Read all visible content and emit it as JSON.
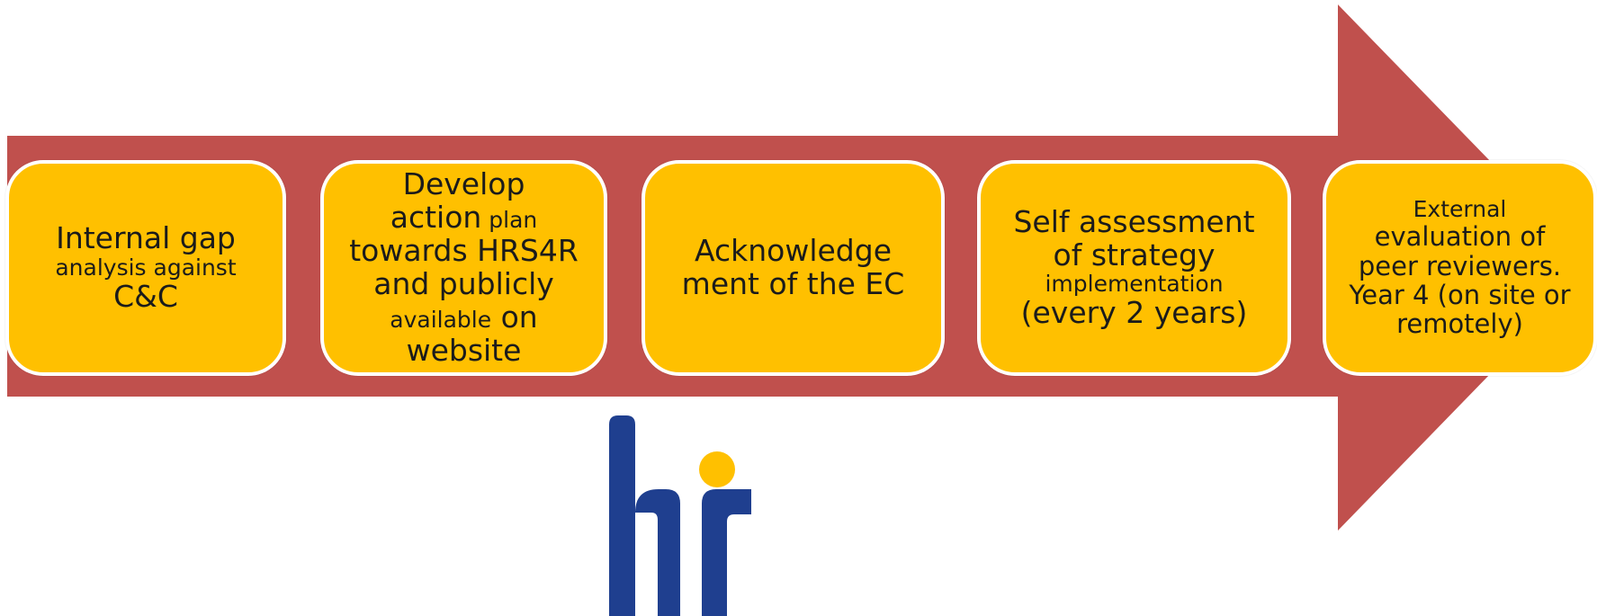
{
  "colors": {
    "arrow": "#c0504d",
    "box": "#ffc000",
    "box_border": "#ffffff",
    "logo_blue": "#1f3f8f",
    "logo_dot": "#ffc000"
  },
  "steps": [
    {
      "lines": [
        {
          "text": "Internal gap",
          "size": "big"
        },
        {
          "text": "analysis  against",
          "size": "sm"
        },
        {
          "text": "C&C",
          "size": "big"
        }
      ]
    },
    {
      "lines": [
        {
          "text": "Develop",
          "size": "big"
        },
        {
          "parts": [
            {
              "text": "action",
              "size": "big"
            },
            {
              "text": " plan",
              "size": "sm"
            }
          ]
        },
        {
          "text": "towards HRS4R",
          "size": "big"
        },
        {
          "text": "and publicly",
          "size": "big"
        },
        {
          "parts": [
            {
              "text": "available",
              "size": "sm"
            },
            {
              "text": " on",
              "size": "big"
            }
          ]
        },
        {
          "text": "website",
          "size": "big"
        }
      ]
    },
    {
      "lines": [
        {
          "text": "Acknowledge",
          "size": "big"
        },
        {
          "text": "ment of the EC",
          "size": "big"
        }
      ]
    },
    {
      "lines": [
        {
          "text": "Self assessment",
          "size": "big"
        },
        {
          "text": "of strategy",
          "size": "big"
        },
        {
          "text": "implementation",
          "size": "sm"
        },
        {
          "text": "(every 2 years)",
          "size": "big"
        }
      ]
    },
    {
      "lines": [
        {
          "text": "External",
          "size": "sm"
        },
        {
          "text": "evaluation of",
          "size": "mid"
        },
        {
          "text": "peer reviewers.",
          "size": "mid"
        },
        {
          "text": "Year 4 (on site or",
          "size": "mid"
        },
        {
          "text": "remotely)",
          "size": "mid"
        }
      ]
    }
  ],
  "logo": {
    "name": "hr-excellence-in-research-logo"
  }
}
